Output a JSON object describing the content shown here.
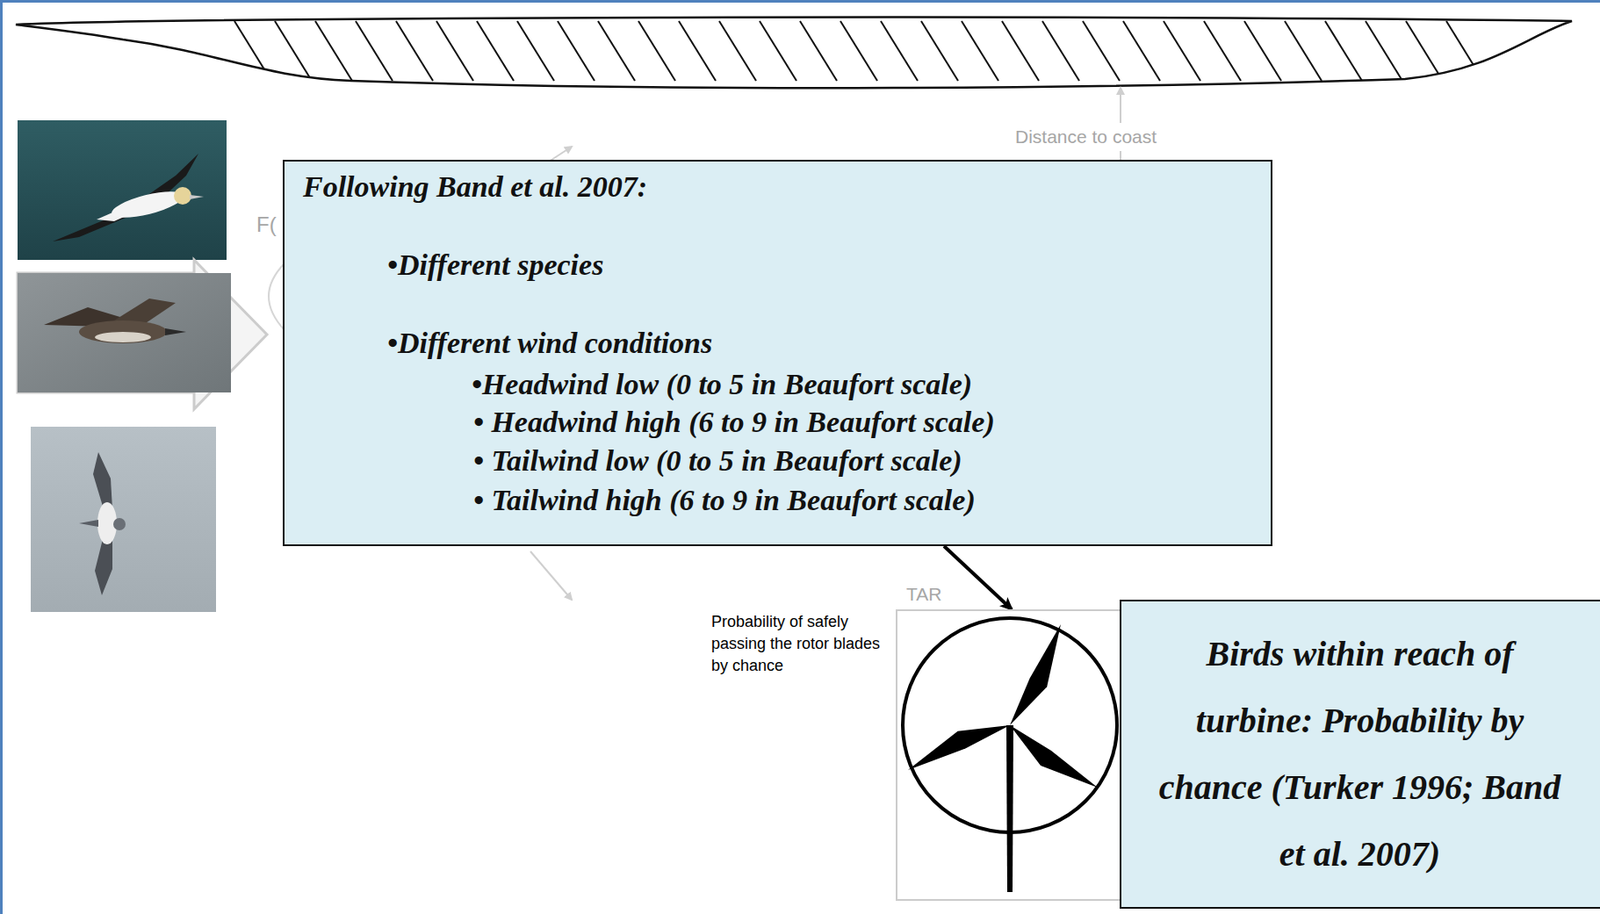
{
  "diagram": {
    "nodes": [
      {
        "text": [
          "Following Band et al. 2007:",
          "•Different species",
          "•Different wind conditions",
          "•Headwind low (0 to 5 in Beaufort scale)",
          "• Headwind high (6 to 9 in Beaufort scale)",
          "• Tailwind low (0 to 5 in Beaufort scale)",
          "• Tailwind high (6 to 9 in Beaufort scale)"
        ]
      },
      {
        "text": [
          "TAR"
        ]
      },
      {
        "text": [
          "Birds within reach of turbine: Probability by chance (Turker 1996; Band et al. 2007)"
        ]
      }
    ],
    "edges": [
      {
        "from": 0,
        "to": 1,
        "arrow": "to"
      }
    ],
    "labels": [
      "Distance to coast",
      "F(",
      "Probability of safely passing the rotor blades by chance"
    ]
  }
}
